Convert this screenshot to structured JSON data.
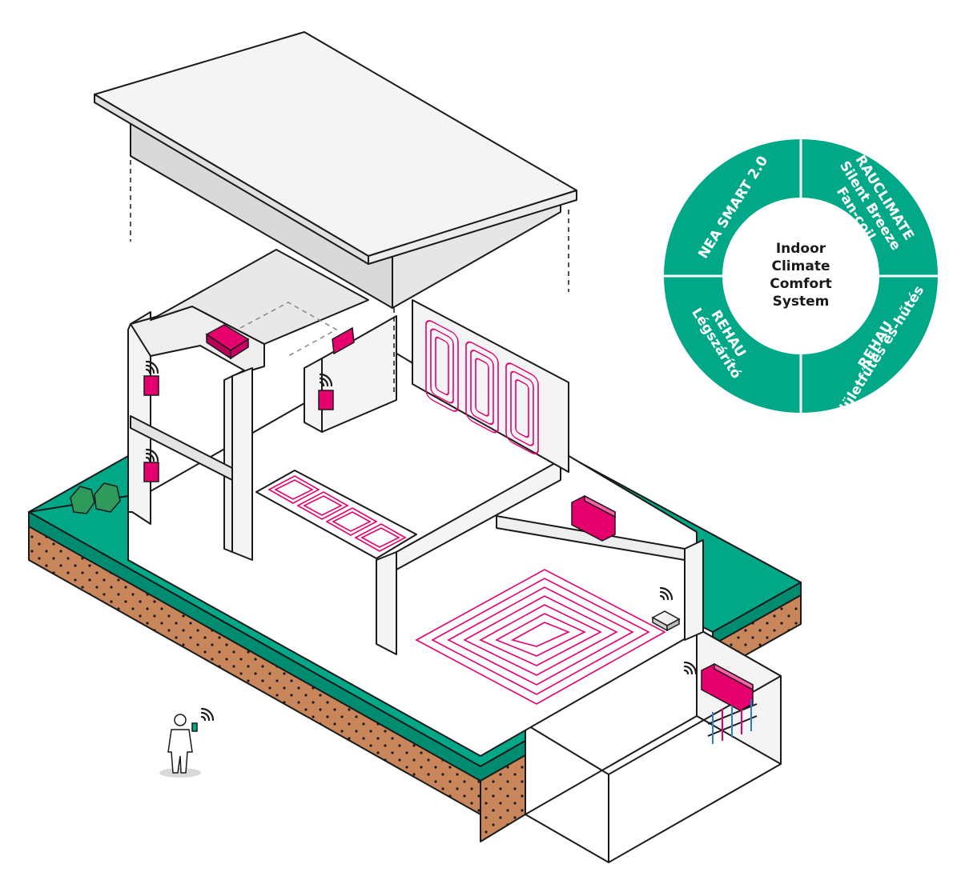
{
  "colors": {
    "teal": "#00a887",
    "magenta": "#e5006d",
    "soil": "#c8865a",
    "wall": "#f4f4f4",
    "shade": "#d9d9d9",
    "outline": "#1a1a1a"
  },
  "icons": [
    "wifi-icon",
    "thermostat-icon",
    "router-icon",
    "smartphone-icon",
    "bush-icon",
    "manifold-icon",
    "fan-coil-icon",
    "dehumidifier-icon"
  ],
  "ring": {
    "center": [
      "Indoor",
      "Climate",
      "Comfort",
      "System"
    ],
    "segments": {
      "top_left": [
        "NEA SMART 2.0"
      ],
      "top_right": [
        "RAUCLIMATE",
        "Silent Breeze",
        "Fan-coil"
      ],
      "bottom_left": [
        "REHAU",
        "Légszárító"
      ],
      "bottom_right": [
        "REHAU",
        "Felületfűtés és-hűtés"
      ]
    }
  }
}
